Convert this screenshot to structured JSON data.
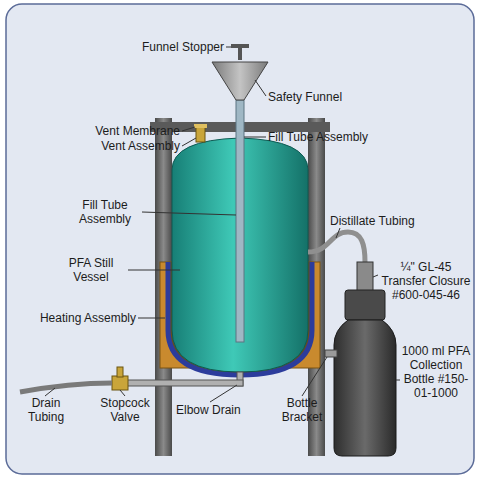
{
  "diagram": {
    "labels": [
      "Funnel Stopper",
      "Safety Funnel",
      "Vent Membrane",
      "Vent Assembly",
      "Fill Tube Assembly",
      "Fill Tube Assembly",
      "Distillate Tubing",
      "PFA Still Vessel",
      "Heating Assembly",
      "¼\" GL-45 Transfer Closure #600-045-46",
      "Drain Tubing",
      "Stopcock Valve",
      "Elbow Drain",
      "Bottle Bracket",
      "1000 ml PFA Collection Bottle #150-01-1000"
    ]
  }
}
